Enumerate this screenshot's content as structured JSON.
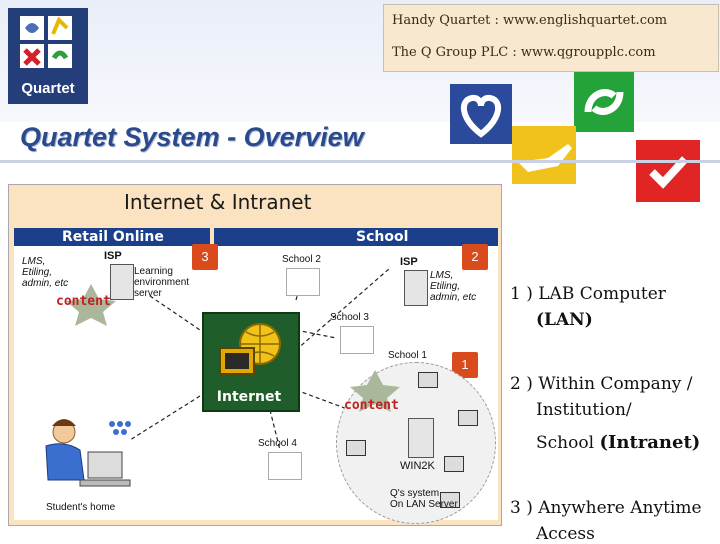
{
  "logo": {
    "label": "Quartet"
  },
  "links": [
    "Handy Quartet : www.englishquartet.com",
    "The Q Group PLC : www.qgroupplc.com"
  ],
  "title": "Quartet System - Overview",
  "diagram": {
    "heading": "Internet & Intranet",
    "bar_left": "Retail Online",
    "bar_right": "School",
    "isp_label": "ISP",
    "lms_left": "LMS,\nEtiling,\nadmin, etc",
    "lms_right": "LMS,\nEtiling,\nadmin, etc",
    "learning_server": "Learning\nenvironment\nserver",
    "content": "content",
    "internet": "Internet",
    "school1": "School 1",
    "school2": "School 2",
    "school3": "School 3",
    "school4": "School 4",
    "win2k": "WIN2K",
    "qs_system": "Q's system\nOn LAN Server",
    "students_home": "Student's home",
    "badge1": "1",
    "badge2": "2",
    "badge3": "3"
  },
  "notes": {
    "n1a": "1 ) LAB Computer",
    "n1b": "(LAN)",
    "n2a": "2 ) Within Company /",
    "n2b": "Institution/",
    "n2c_plain": "School ",
    "n2c_bold": "(Intranet)",
    "n3a": "3 ) Anywhere Anytime",
    "n3b": "Access"
  },
  "colors": {
    "title": "#2b4a8c",
    "bar": "#1b3f8a",
    "diagram_bg": "#fbe3c2",
    "badge": "#d94a1c",
    "logo_bg": "#243e7a"
  }
}
